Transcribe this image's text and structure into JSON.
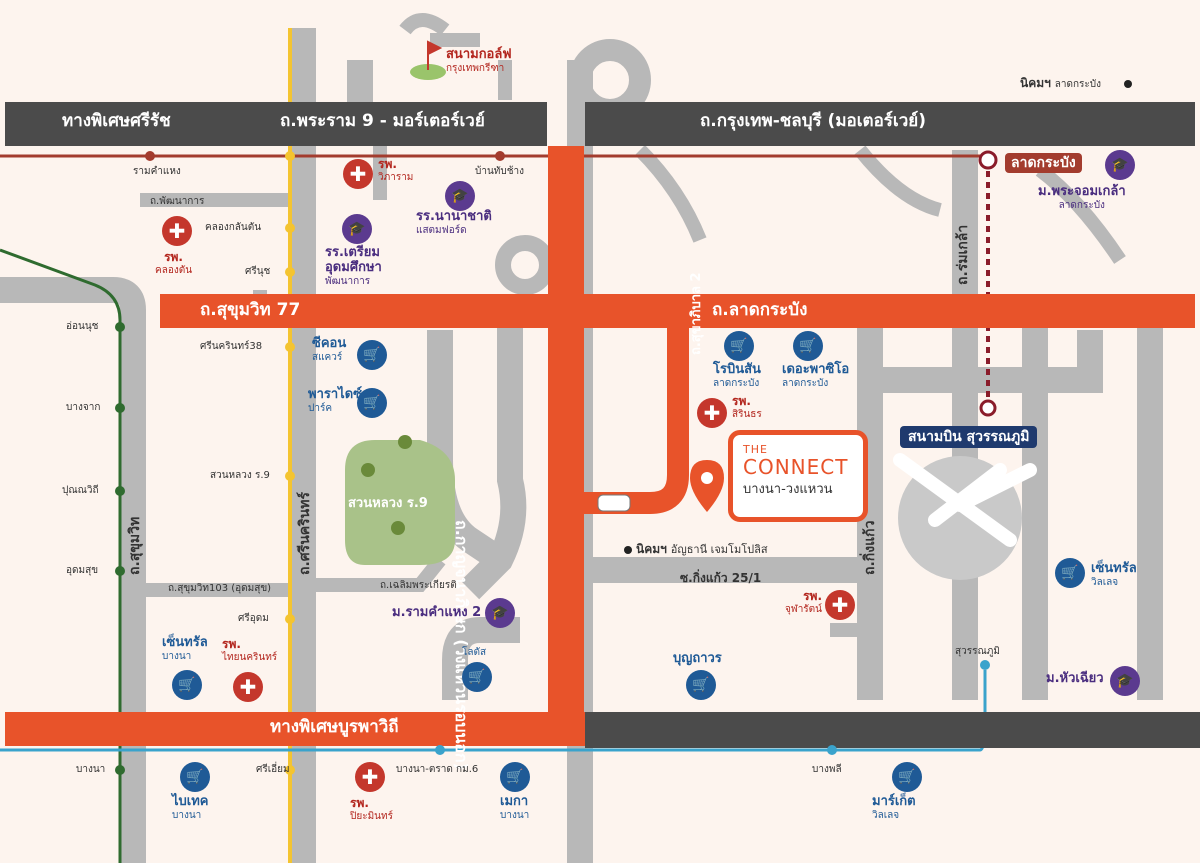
{
  "colors": {
    "background": "#fdf4ee",
    "road_gray": "#b5b5b5",
    "road_dark": "#4a4a4a",
    "road_orange": "#e8532a",
    "rail_red": "#a33c2e",
    "rail_yellow": "#f4c430",
    "rail_green": "#2f6b2f",
    "rail_blue": "#3aa3cc",
    "hospital": "#c4372c",
    "university": "#5b3a8f",
    "shopping": "#1f5a96"
  },
  "roads": {
    "expressway_sri_rat": "ทางพิเศษศรีรัช",
    "rama9_motorway": "ถ.พระราม 9 - มอร์เตอร์เวย์",
    "bangkok_chonburi_motorway": "ถ.กรุงเทพ-ชลบุรี (มอเตอร์เวย์)",
    "sukhumvit77": "ถ.สุขุมวิท 77",
    "lat_krabang": "ถ.ลาดกระบัง",
    "kanchanaphisek": "ถ.กาญจนาภิเษก (วงแหวนรอบนอก)",
    "sukhaphiban2": "ถ.สุขาภิบาล 2",
    "rom_klao": "ถ.ร่มเกล้า",
    "king_kaeo": "ถ.กิ่งแก้ว",
    "sukhumvit": "ถ.สุขุมวิท",
    "srinagarindra": "ถ.ศรีนครินทร์",
    "burapha_withi": "ทางพิเศษบูรพาวิถี",
    "phatthanakan": "ถ.พัฒนาการ",
    "sukhumvit103": "ถ.สุขุมวิท103 (อุดมสุข)",
    "chaloem_phrakiat": "ถ.เฉลิมพระเกียรติ",
    "soi_king_kaeo": "ซ.กิ่งแก้ว 25/1"
  },
  "stations": {
    "ramkhamhaeng": "รามคำแหง",
    "ban_thap_chang": "บ้านทับช้าง",
    "lat_krabang": "ลาดกระบัง",
    "khlong_kalantan": "คลองกลันตัน",
    "si_nut": "ศรีนุช",
    "srinagarindra38": "ศรีนครินทร์38",
    "suan_luang": "สวนหลวง ร.9",
    "si_udom": "ศรีอุดม",
    "si_iam": "ศรีเอี่ยม",
    "on_nut": "อ่อนนุช",
    "bang_chak": "บางจาก",
    "punnawithi": "ปุณณวิถี",
    "udom_suk": "อุดมสุข",
    "bang_na": "บางนา",
    "bang_na_trat": "บางนา-ตราด กม.6",
    "bang_phli": "บางพลี",
    "suvarnabhumi": "สุวรรณภูมิ"
  },
  "places": {
    "golf_name": "สนามกอล์ฟ",
    "golf_sub": "กรุงเทพกรีฑา",
    "nikhom_top": "นิคมฯ",
    "nikhom_top_sub": "ลาดกระบัง",
    "hosp_vibharam": "รพ.",
    "hosp_vibharam_sub": "วิภาราม",
    "school_nana": "รร.นานาชาติ",
    "school_nana_sub": "แสตมฟอร์ด",
    "hosp_khlongton": "รพ.",
    "hosp_khlongton_sub": "คลองตัน",
    "school_triam": "รร.เตรียม",
    "school_triam2": "อุดมศึกษา",
    "school_triam_sub": "พัฒนาการ",
    "kmitl": "ม.พระจอมเกล้า",
    "kmitl_sub": "ลาดกระบัง",
    "seacon": "ซีคอน",
    "seacon_sub": "สแควร์",
    "paradise": "พาราไดซ์",
    "paradise_sub": "ปาร์ค",
    "robinson": "โรบินสัน",
    "robinson_sub": "ลาดกระบัง",
    "paseo": "เดอะพาซิโอ",
    "paseo_sub": "ลาดกระบัง",
    "hosp_sirinthorn": "รพ.",
    "hosp_sirinthorn_sub": "สิรินธร",
    "airport": "สนามบิน สุวรรณภูมิ",
    "park": "สวนหลวง ร.9",
    "nikhom_anthani": "นิคมฯ",
    "nikhom_anthani_sub": "อัญธานี เจมโมโปลิส",
    "hosp_chularat": "รพ.",
    "hosp_chularat_sub": "จุฬารัตน์",
    "central_wilai": "เซ็นทรัล",
    "central_wilai_sub": "วิลเลจ",
    "ramkhamhaeng2": "ม.รามคำแหง 2",
    "lotus": "โลตัส",
    "central_bangna": "เซ็นทรัล",
    "central_bangna_sub": "บางนา",
    "hosp_thainakarin": "รพ.",
    "hosp_thainakarin_sub": "ไทยนครินทร์",
    "boonthavorn": "บุญถาวร",
    "huachiew": "ม.หัวเฉียว",
    "bitec": "ไบเทค",
    "bitec_sub": "บางนา",
    "hosp_piyamin": "รพ.",
    "hosp_piyamin_sub": "ปิยะมินทร์",
    "mega": "เมกา",
    "mega_sub": "บางนา",
    "market": "มาร์เก็ต",
    "market_sub": "วิลเลจ"
  },
  "project": {
    "line1": "THE",
    "line2": "CONNECT",
    "line3": "บางนา-วงแหวน"
  },
  "icons": {
    "hospital": "hospital-cross-icon",
    "university": "graduation-cap-icon",
    "shopping": "shopping-cart-icon",
    "pin": "location-pin-icon",
    "plane": "airplane-icon",
    "golf": "golf-flag-icon",
    "car": "car-icon"
  }
}
